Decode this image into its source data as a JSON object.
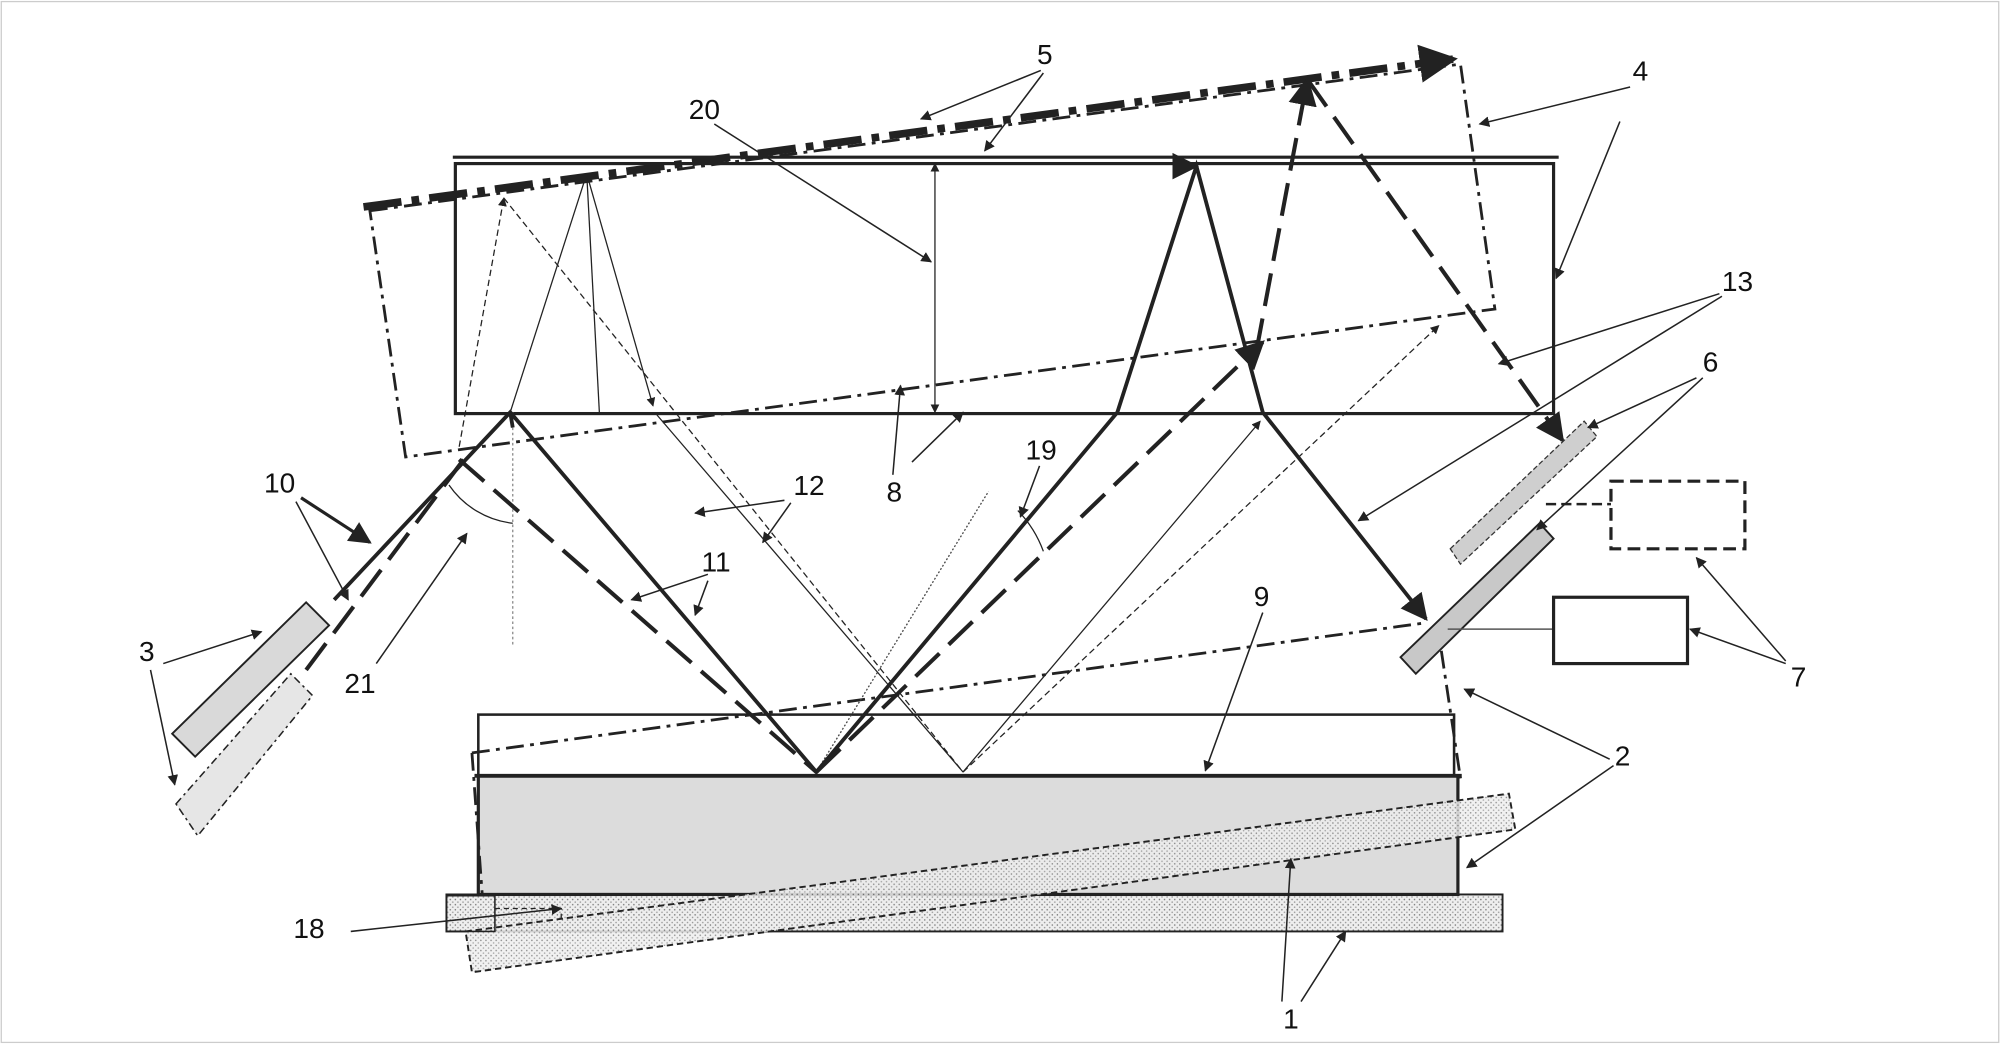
{
  "figure": {
    "labels": [
      "1",
      "2",
      "3",
      "4",
      "5",
      "6",
      "7",
      "8",
      "9",
      "10",
      "11",
      "12",
      "13",
      "18",
      "19",
      "20",
      "21"
    ]
  },
  "colors": {
    "line": "#222222",
    "grey_fill": "#d9d9d9",
    "device_fill": "#c8c8c8"
  }
}
